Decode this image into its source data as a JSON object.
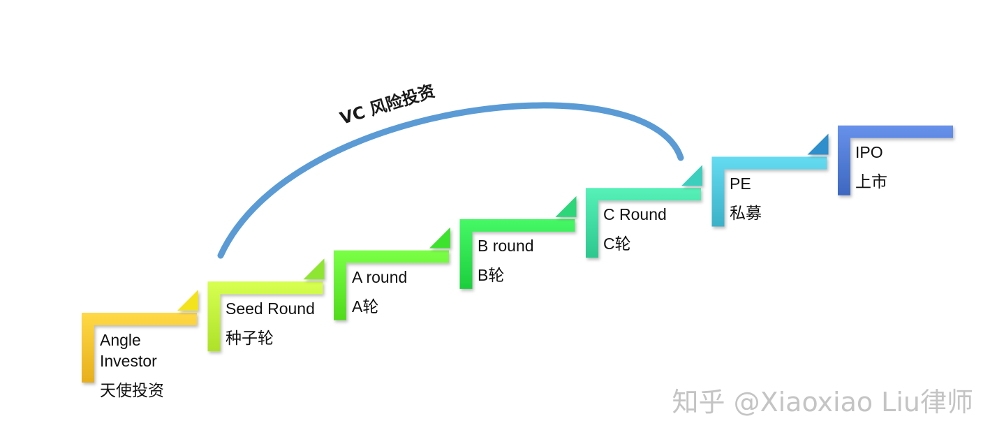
{
  "arc_label": "VC 风险投资",
  "watermark": "知乎 @Xiaoxiao Liu律师",
  "stages": [
    {
      "en": "Angle Investor",
      "en_line1": "Angle",
      "en_line2": "Investor",
      "zh": "天使投资",
      "color": "#f9c12e",
      "tri_color": "#f3e31c"
    },
    {
      "en": "Seed Round",
      "zh": "种子轮",
      "color": "#bff33a",
      "tri_color": "#8ee630"
    },
    {
      "en": "A round",
      "zh": "A轮",
      "color": "#62ec2e",
      "tri_color": "#3ee22e"
    },
    {
      "en": "B round",
      "zh": "B轮",
      "color": "#2ee04e",
      "tri_color": "#2ed67a"
    },
    {
      "en": "C Round",
      "zh": "C轮",
      "color": "#3ed9a0",
      "tri_color": "#3ccfbd"
    },
    {
      "en": "PE",
      "zh": "私募",
      "color": "#4dc3d9",
      "tri_color": "#2f8fcc"
    },
    {
      "en": "IPO",
      "zh": "上市",
      "color": "#4f79d2",
      "tri_color": null
    }
  ],
  "colors": {
    "arc": "#5b9bd5",
    "text": "#111111",
    "watermark": "#c4c4c4"
  }
}
